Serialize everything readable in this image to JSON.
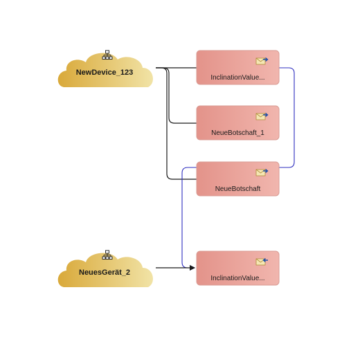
{
  "colors": {
    "cloud_gradient_start": "#d9a93a",
    "cloud_gradient_end": "#f1e3a6",
    "message_gradient_start": "#e3938a",
    "message_gradient_end": "#f1b6ae",
    "message_border": "#d99b93",
    "outgoing_connector": "#1a1a1a",
    "incoming_connector": "#2f2fbf",
    "envelope_fill": "#f5e6b3",
    "envelope_stroke": "#b08d3a",
    "arrow_icon": "#1f4fa8"
  },
  "devices": [
    {
      "id": "device-1",
      "label": "NewDevice_123",
      "icon": "network-hierarchy-icon"
    },
    {
      "id": "device-2",
      "label": "NeuesGerät_2",
      "icon": "network-hierarchy-icon"
    }
  ],
  "messages": [
    {
      "id": "msg-1",
      "label": "InclinationValue...",
      "icon": "envelope-send-icon",
      "direction": "outgoing"
    },
    {
      "id": "msg-2",
      "label": "NeueBotschaft_1",
      "icon": "envelope-send-icon",
      "direction": "outgoing"
    },
    {
      "id": "msg-3",
      "label": "NeueBotschaft",
      "icon": "envelope-send-icon",
      "direction": "outgoing"
    },
    {
      "id": "msg-4",
      "label": "InclinationValue...",
      "icon": "envelope-receive-icon",
      "direction": "incoming"
    }
  ]
}
